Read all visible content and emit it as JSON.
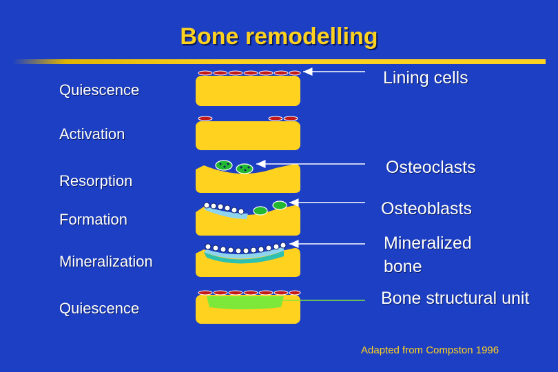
{
  "title": "Bone remodelling",
  "stages": [
    "Quiescence",
    "Activation",
    "Resorption",
    "Formation",
    "Mineralization",
    "Quiescence"
  ],
  "callouts": [
    "Lining cells",
    "Osteoclasts",
    "Osteoblasts",
    "Mineralized bone",
    "Bone structural unit"
  ],
  "credit": "Adapted from Compston 1996",
  "colors": {
    "background": "#1c3fc4",
    "title": "#ffd21f",
    "bone": "#ffd21f",
    "osteoclast": "#22b832",
    "osteoid": "#8fd4ef",
    "mineralized": "#2ec0b0",
    "structural_unit": "#7ee83a"
  }
}
